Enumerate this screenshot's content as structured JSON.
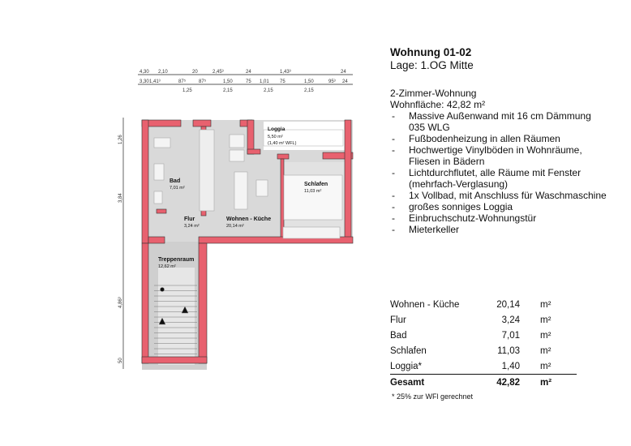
{
  "plan": {
    "dims_top_row1": [
      "4,30",
      "2,10",
      "20",
      "2,45³",
      "24",
      "1,43³",
      "24"
    ],
    "dims_top_row2": [
      "3,30",
      "1,41³",
      "87⁵",
      "87⁵",
      "1,50",
      "75",
      "1,01",
      "75",
      "1,50",
      "95³",
      "24"
    ],
    "dims_top_row3": [
      "1,25",
      "2,15",
      "2,15",
      "2,15"
    ],
    "dims_left": [
      "1,26",
      "3,84",
      "4,86³",
      "50"
    ],
    "rooms": [
      {
        "name": "Loggia",
        "area": "5,50 m²",
        "note": "(1,40 m² WFL)"
      },
      {
        "name": "Bad",
        "area": "7,01 m²"
      },
      {
        "name": "Schlafen",
        "area": "11,03 m²"
      },
      {
        "name": "Flur",
        "area": "3,24 m²"
      },
      {
        "name": "Wohnen - Küche",
        "area": "20,14 m²"
      },
      {
        "name": "Treppenraum",
        "area": "12,62 m²"
      }
    ],
    "wall_color": "#e8616f"
  },
  "info": {
    "title": "Wohnung 01-02",
    "lage": "Lage: 1.OG Mitte",
    "type": "2-Zimmer-Wohnung",
    "area": "Wohnfläche: 42,82 m²",
    "features": [
      "Massive Außenwand mit 16 cm Dämmung 035 WLG",
      "Fußbodenheizung in allen Räumen",
      "Hochwertige Vinylböden in Wohnräume, Fliesen in Bädern",
      "Lichtdurchflutet, alle Räume mit Fenster (mehrfach-Verglasung)",
      "1x Vollbad, mit Anschluss für Waschmaschine",
      "großes sonniges Loggia",
      "Einbruchschutz-Wohnungstür",
      "Mieterkeller"
    ]
  },
  "areas": {
    "rows": [
      {
        "name": "Wohnen - Küche",
        "value": "20,14",
        "unit": "m²"
      },
      {
        "name": "Flur",
        "value": "3,24",
        "unit": "m²"
      },
      {
        "name": "Bad",
        "value": "7,01",
        "unit": "m²"
      },
      {
        "name": "Schlafen",
        "value": "11,03",
        "unit": "m²"
      },
      {
        "name": "Loggia*",
        "value": "1,40",
        "unit": "m²"
      }
    ],
    "total": {
      "name": "Gesamt",
      "value": "42,82",
      "unit": "m²"
    },
    "footnote": "* 25% zur WFl gerechnet"
  }
}
